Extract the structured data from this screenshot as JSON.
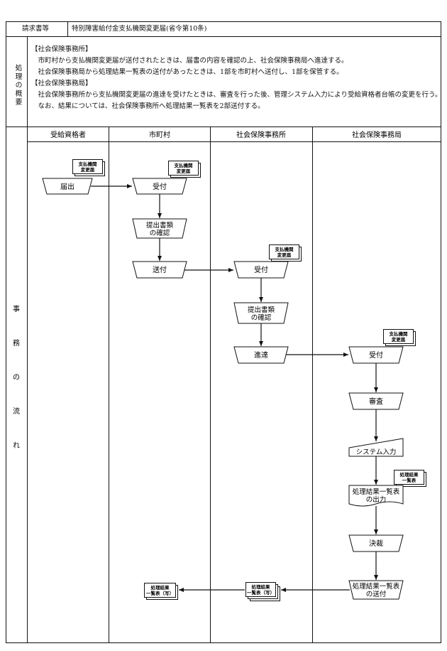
{
  "header": {
    "label": "請求書等",
    "value": "特別障害給付金支払機関変更届(省令第10条)"
  },
  "summary": {
    "side_label": "処理の概要",
    "lines": [
      "【社会保険事務所】",
      "　市町村から支払機関変更届が送付されたときは、届書の内容を確認の上、社会保険事務局へ進達する。",
      "　社会保険事務局から処理結果一覧表の送付があったときは、1部を市町村へ送付し、1部を保管する。",
      "【社会保険事務局】",
      "　社会保険事務所から支払機関変更届の進達を受けたときは、審査を行った後、管理システム入力により受給資格者台帳の変更を行う。",
      "　なお、結果については、社会保険事務所へ処理結果一覧表を2部送付する。"
    ]
  },
  "flow": {
    "side_label": [
      "事",
      "務",
      "の",
      "流",
      "れ"
    ],
    "lanes": [
      "受給資格者",
      "市町村",
      "社会保険事務所",
      "社会保険事務局"
    ],
    "doc_change": [
      "支払機関",
      "変更届"
    ],
    "doc_result": [
      "処理結果",
      "一覧表"
    ],
    "doc_result_copy": [
      "処理結果",
      "一覧表（写）"
    ],
    "steps": {
      "todokede": "届出",
      "city_receive": "受付",
      "city_confirm": [
        "提出書類",
        "の確認"
      ],
      "city_send": "送付",
      "office_receive": "受付",
      "office_confirm": [
        "提出書類",
        "の確認"
      ],
      "office_submit": "進達",
      "bureau_receive": "受付",
      "review": "審査",
      "system_input": "システム入力",
      "output": [
        "処理結果一覧表",
        "の出力"
      ],
      "approval": "決裁",
      "result_send": [
        "処理結果一覧表",
        "の送付"
      ]
    }
  }
}
